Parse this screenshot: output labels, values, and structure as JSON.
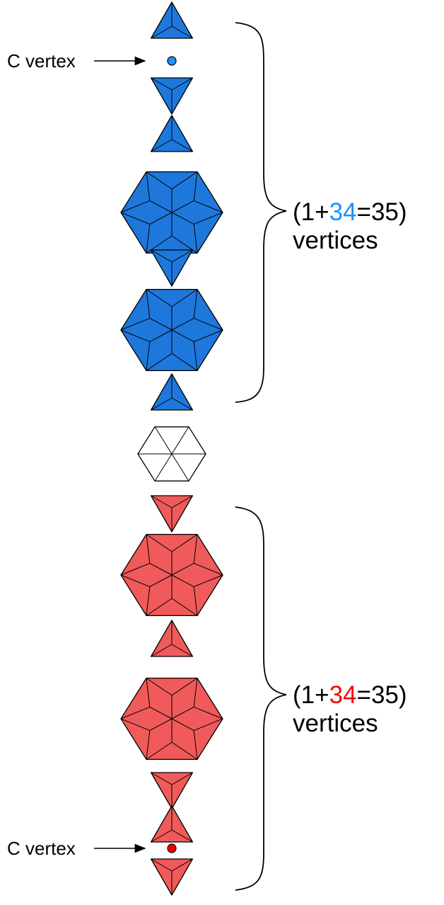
{
  "colors": {
    "blue": "#1e78dc",
    "red": "#f05a5a",
    "white": "#ffffff",
    "stroke": "#000000",
    "blue_dot": "#1e90ff",
    "red_dot": "#ee0000",
    "blue_text": "#1e90ff",
    "red_text": "#ff0000"
  },
  "stack": [
    {
      "shape": "triangle-up",
      "color": "blue"
    },
    {
      "shape": "vertex-dot",
      "color": "blue"
    },
    {
      "shape": "triangle-down",
      "color": "blue"
    },
    {
      "shape": "triangle-up",
      "color": "blue"
    },
    {
      "shape": "hexagon",
      "color": "blue"
    },
    {
      "shape": "triangle-down",
      "color": "blue"
    },
    {
      "shape": "hexagon",
      "color": "blue"
    },
    {
      "shape": "triangle-up",
      "color": "blue"
    },
    {
      "shape": "hexagon",
      "color": "white"
    },
    {
      "shape": "triangle-down",
      "color": "red"
    },
    {
      "shape": "hexagon",
      "color": "red"
    },
    {
      "shape": "triangle-up",
      "color": "red"
    },
    {
      "shape": "hexagon",
      "color": "red"
    },
    {
      "shape": "triangle-down",
      "color": "red"
    },
    {
      "shape": "triangle-up",
      "color": "red"
    },
    {
      "shape": "vertex-dot",
      "color": "red"
    },
    {
      "shape": "triangle-down",
      "color": "red"
    }
  ],
  "labels": {
    "top_vertex": "C vertex",
    "bottom_vertex": "C vertex",
    "top_count": {
      "prefix": "(1+",
      "highlight": "34",
      "suffix": "=35)",
      "line2": "vertices"
    },
    "bottom_count": {
      "prefix": "(1+",
      "highlight": "34",
      "suffix": "=35)",
      "line2": "vertices"
    }
  }
}
